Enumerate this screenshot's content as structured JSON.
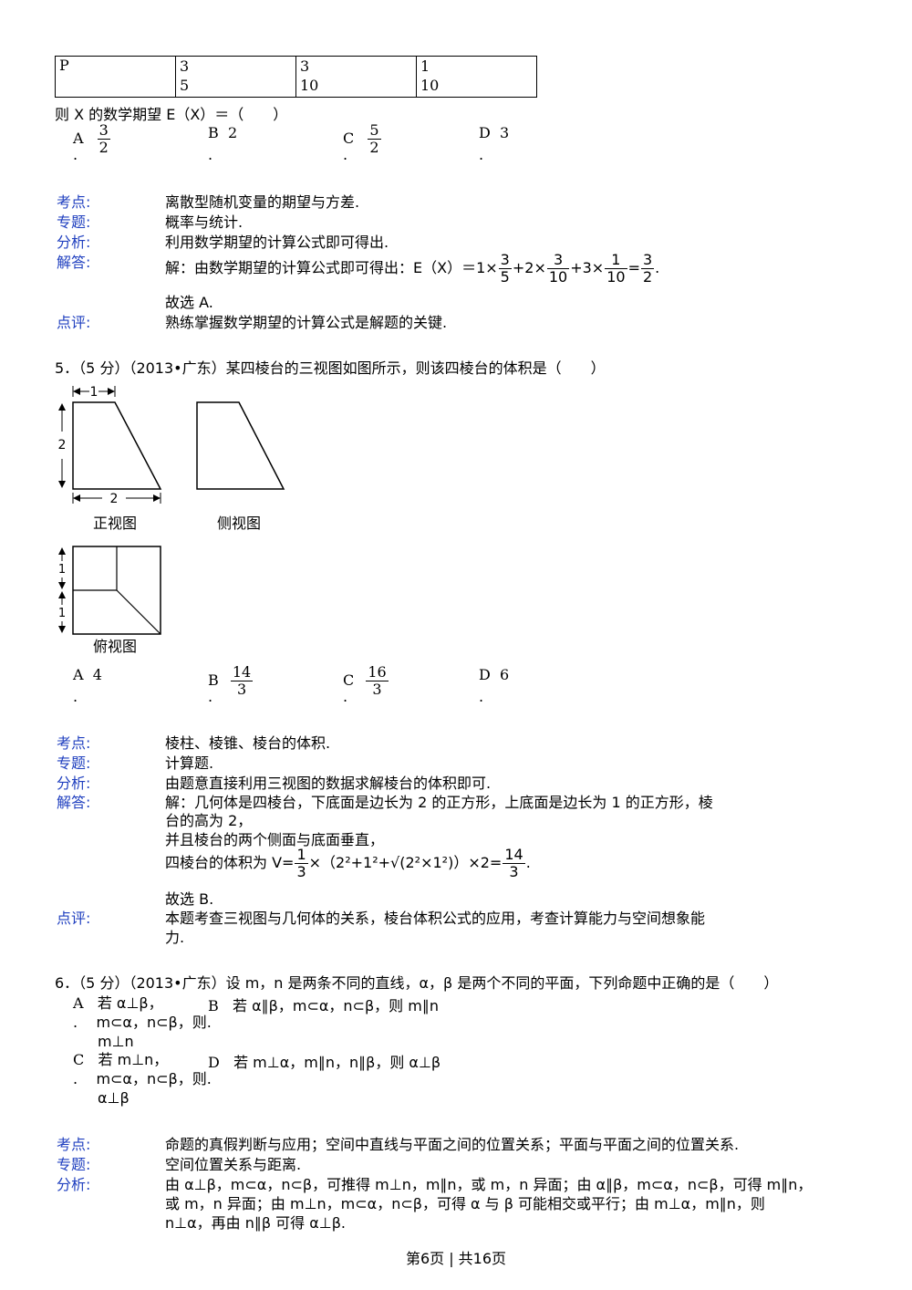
{
  "table": {
    "row_label": "P",
    "cells": [
      {
        "num": "3",
        "den": "5"
      },
      {
        "num": "3",
        "den": "10"
      },
      {
        "num": "1",
        "den": "10"
      }
    ]
  },
  "q4": {
    "stem": "则 X 的数学期望 E（X）＝（　　）",
    "options": {
      "A": {
        "letter": "A",
        "num": "3",
        "den": "2"
      },
      "B": {
        "letter": "B",
        "text": "2"
      },
      "C": {
        "letter": "C",
        "num": "5",
        "den": "2"
      },
      "D": {
        "letter": "D",
        "text": "3"
      }
    },
    "analysis": {
      "kaodian_label": "考点:",
      "kaodian": "离散型随机变量的期望与方差.",
      "zhuanti_label": "专题:",
      "zhuanti": "概率与统计.",
      "fenxi_label": "分析:",
      "fenxi": "利用数学期望的计算公式即可得出.",
      "jieda_label": "解答:",
      "jieda_prefix": "解：由数学期望的计算公式即可得出：E（X）＝1×",
      "jieda_terms": [
        {
          "num": "3",
          "den": "5",
          "after": "+2×"
        },
        {
          "num": "3",
          "den": "10",
          "after": "+3×"
        },
        {
          "num": "1",
          "den": "10",
          "after": "="
        },
        {
          "num": "3",
          "den": "2",
          "after": "."
        }
      ],
      "jieda_choice": "故选 A.",
      "dianping_label": "点评:",
      "dianping": "熟练掌握数学期望的计算公式是解题的关键."
    }
  },
  "q5": {
    "stem": "5．（5 分）（2013•广东）某四棱台的三视图如图所示，则该四棱台的体积是（　　）",
    "figure": {
      "front_label": "正视图",
      "side_label": "侧视图",
      "top_label": "俯视图",
      "dim_top": "1",
      "dim_height": "2",
      "dim_bottom": "2",
      "dim_side_1": "1",
      "dim_side_2": "1"
    },
    "options": {
      "A": {
        "letter": "A",
        "text": "4"
      },
      "B": {
        "letter": "B",
        "num": "14",
        "den": "3"
      },
      "C": {
        "letter": "C",
        "num": "16",
        "den": "3"
      },
      "D": {
        "letter": "D",
        "text": "6"
      }
    },
    "analysis": {
      "kaodian_label": "考点:",
      "kaodian": "棱柱、棱锥、棱台的体积.",
      "zhuanti_label": "专题:",
      "zhuanti": "计算题.",
      "fenxi_label": "分析:",
      "fenxi": "由题意直接利用三视图的数据求解棱台的体积即可.",
      "jieda_label": "解答:",
      "jieda_line1": "解：几何体是四棱台，下底面是边长为 2 的正方形，上底面是边长为 1 的正方形，棱",
      "jieda_line2": "台的高为 2，",
      "jieda_line3": "并且棱台的两个侧面与底面垂直，",
      "jieda_formula_prefix": "四棱台的体积为 V=",
      "jieda_formula_frac1": {
        "num": "1",
        "den": "3"
      },
      "jieda_formula_mid": "×（2²+1²+√(2²×1²)）×2=",
      "jieda_formula_frac2": {
        "num": "14",
        "den": "3"
      },
      "jieda_formula_end": ".",
      "jieda_choice": "故选 B.",
      "dianping_label": "点评:",
      "dianping_line1": "本题考查三视图与几何体的关系，棱台体积公式的应用，考查计算能力与空间想象能",
      "dianping_line2": "力."
    }
  },
  "q6": {
    "stem": "6．（5 分）（2013•广东）设 m，n 是两条不同的直线，α，β 是两个不同的平面，下列命题中正确的是（　　）",
    "options": {
      "A": {
        "letter": "A",
        "line1": "若 α⊥β，",
        "line2": "m⊂α，n⊂β，则.",
        "line3": "m⊥n"
      },
      "B": {
        "letter": "B",
        "line1": "若 α∥β，m⊂α，n⊂β，则 m∥n"
      },
      "C": {
        "letter": "C",
        "line1": "若 m⊥n，",
        "line2": "m⊂α，n⊂β，则.",
        "line3": "α⊥β"
      },
      "D": {
        "letter": "D",
        "line1": "若 m⊥α，m∥n，n∥β，则 α⊥β"
      }
    },
    "analysis": {
      "kaodian_label": "考点:",
      "kaodian": "命题的真假判断与应用；空间中直线与平面之间的位置关系；平面与平面之间的位置关系.",
      "zhuanti_label": "专题:",
      "zhuanti": "空间位置关系与距离.",
      "fenxi_label": "分析:",
      "fenxi_line1": "由 α⊥β，m⊂α，n⊂β，可推得 m⊥n，m∥n，或 m，n 异面；由 α∥β，m⊂α，n⊂β，可得 m∥n，",
      "fenxi_line2": "或 m，n 异面；由 m⊥n，m⊂α，n⊂β，可得 α 与 β 可能相交或平行；由 m⊥α，m∥n，则",
      "fenxi_line3": "n⊥α，再由 n∥β 可得 α⊥β."
    }
  },
  "footer": {
    "text": "第6页 | 共16页"
  }
}
